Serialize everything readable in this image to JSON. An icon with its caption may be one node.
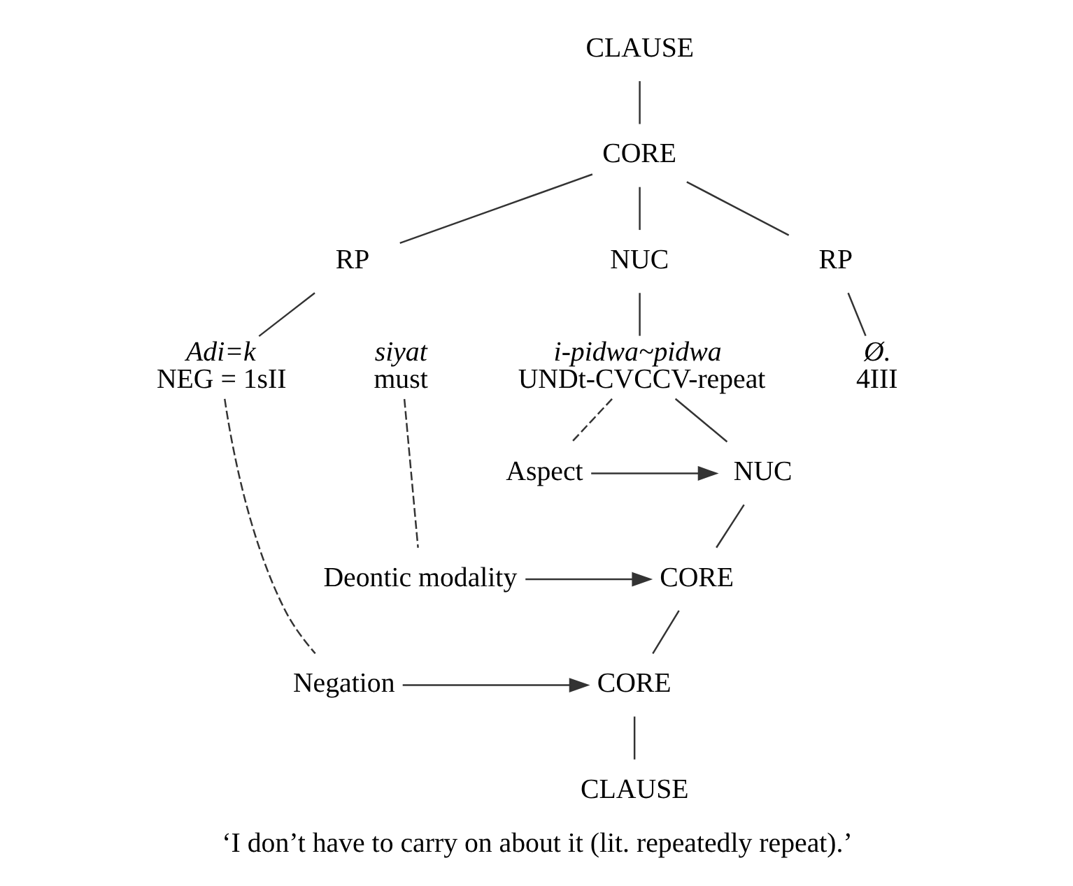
{
  "diagram": {
    "caption": "‘I don’t have to carry on about it (lit. repeatedly repeat).’",
    "nodes": [
      {
        "text": [
          "CLAUSE"
        ]
      },
      {
        "text": [
          "CORE"
        ]
      },
      {
        "text": [
          "RP"
        ]
      },
      {
        "text": [
          "NUC"
        ]
      },
      {
        "text": [
          "RP"
        ]
      },
      {
        "text": [
          "Adi=k",
          "NEG = 1sII"
        ]
      },
      {
        "text": [
          "siyat",
          "must"
        ]
      },
      {
        "text": [
          "i-pidwa~pidwa",
          "UNDt-CVCCV-repeat"
        ]
      },
      {
        "text": [
          "Ø.",
          "4III"
        ]
      },
      {
        "text": [
          "Aspect"
        ]
      },
      {
        "text": [
          "NUC"
        ]
      },
      {
        "text": [
          "Deontic modality"
        ]
      },
      {
        "text": [
          "CORE"
        ]
      },
      {
        "text": [
          "Negation"
        ]
      },
      {
        "text": [
          "CORE"
        ]
      },
      {
        "text": [
          "CLAUSE"
        ]
      }
    ],
    "edges": [
      {
        "from": 0,
        "to": 1,
        "arrow": "none"
      },
      {
        "from": 1,
        "to": 2,
        "arrow": "none"
      },
      {
        "from": 1,
        "to": 3,
        "arrow": "none"
      },
      {
        "from": 1,
        "to": 4,
        "arrow": "none"
      },
      {
        "from": 2,
        "to": 5,
        "arrow": "none"
      },
      {
        "from": 3,
        "to": 7,
        "arrow": "none"
      },
      {
        "from": 4,
        "to": 8,
        "arrow": "none"
      },
      {
        "from": 7,
        "to": 9,
        "arrow": "none",
        "style": "dashed"
      },
      {
        "from": 6,
        "to": 11,
        "arrow": "none",
        "style": "dashed"
      },
      {
        "from": 5,
        "to": 13,
        "arrow": "none",
        "style": "dashed"
      },
      {
        "from": 7,
        "to": 10,
        "arrow": "none"
      },
      {
        "from": 10,
        "to": 12,
        "arrow": "none"
      },
      {
        "from": 12,
        "to": 14,
        "arrow": "none"
      },
      {
        "from": 14,
        "to": 15,
        "arrow": "none"
      },
      {
        "from": 9,
        "to": 10,
        "arrow": "to"
      },
      {
        "from": 11,
        "to": 12,
        "arrow": "to"
      },
      {
        "from": 13,
        "to": 14,
        "arrow": "to"
      }
    ]
  }
}
